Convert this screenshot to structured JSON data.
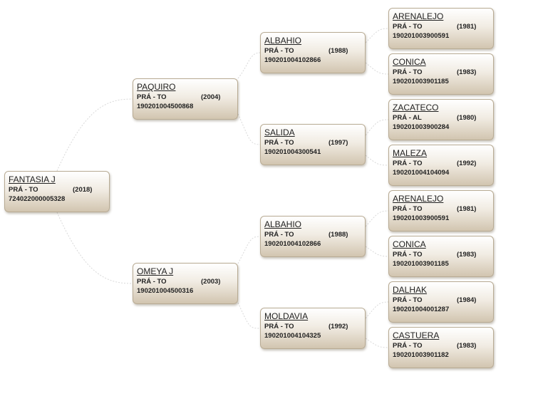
{
  "tree": {
    "root": {
      "name": "FANTASIA J",
      "breed": "PRÁ - TO",
      "year": "(2018)",
      "reg": "724022000005328"
    },
    "sire": {
      "name": "PAQUIRO",
      "breed": "PRÁ - TO",
      "year": "(2004)",
      "reg": "190201004500868"
    },
    "dam": {
      "name": "OMEYA J",
      "breed": "PRÁ - TO",
      "year": "(2003)",
      "reg": "190201004500316"
    },
    "sire_sire": {
      "name": "ALBAHIO",
      "breed": "PRÁ - TO",
      "year": "(1988)",
      "reg": "190201004102866"
    },
    "sire_dam": {
      "name": "SALIDA",
      "breed": "PRÁ - TO",
      "year": "(1997)",
      "reg": "190201004300541"
    },
    "dam_sire": {
      "name": "ALBAHIO",
      "breed": "PRÁ - TO",
      "year": "(1988)",
      "reg": "190201004102866"
    },
    "dam_dam": {
      "name": "MOLDAVIA",
      "breed": "PRÁ - TO",
      "year": "(1992)",
      "reg": "190201004104325"
    },
    "ss_sire": {
      "name": "ARENALEJO",
      "breed": "PRÁ - TO",
      "year": "(1981)",
      "reg": "190201003900591"
    },
    "ss_dam": {
      "name": "CONICA",
      "breed": "PRÁ - TO",
      "year": "(1983)",
      "reg": "190201003901185"
    },
    "sd_sire": {
      "name": "ZACATECO",
      "breed": "PRÁ - AL",
      "year": "(1980)",
      "reg": "190201003900284"
    },
    "sd_dam": {
      "name": "MALEZA",
      "breed": "PRÁ - TO",
      "year": "(1992)",
      "reg": "190201004104094"
    },
    "ds_sire": {
      "name": "ARENALEJO",
      "breed": "PRÁ - TO",
      "year": "(1981)",
      "reg": "190201003900591"
    },
    "ds_dam": {
      "name": "CONICA",
      "breed": "PRÁ - TO",
      "year": "(1983)",
      "reg": "190201003901185"
    },
    "dd_sire": {
      "name": "DALHAK",
      "breed": "PRÁ - TO",
      "year": "(1984)",
      "reg": "190201004001287"
    },
    "dd_dam": {
      "name": "CASTUERA",
      "breed": "PRÁ - TO",
      "year": "(1983)",
      "reg": "190201003901182"
    }
  }
}
